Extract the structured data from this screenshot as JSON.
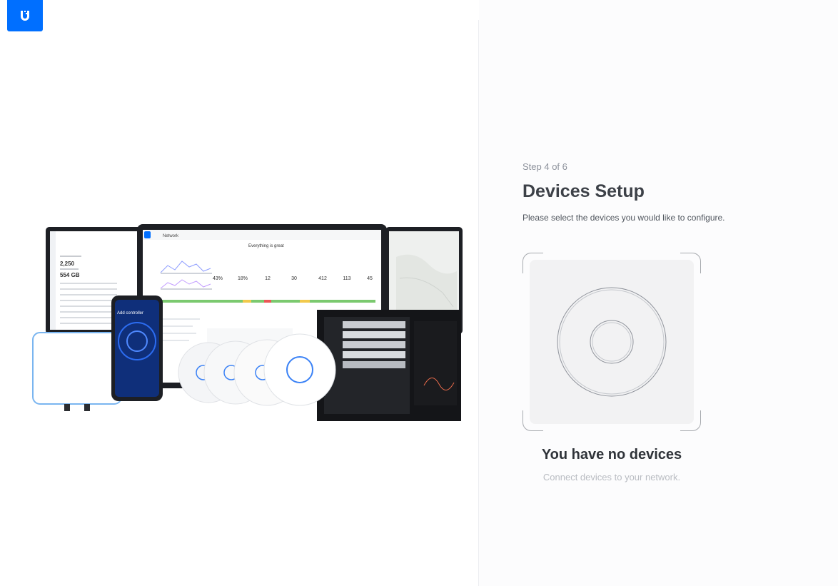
{
  "brand": {
    "logo_icon": "ubiquiti-u-logo-icon",
    "accent": "#006fff"
  },
  "setup": {
    "step": "Step 4 of 6",
    "title": "Devices Setup",
    "description": "Please select the devices you would like to configure."
  },
  "empty_state": {
    "icon": "access-point-icon",
    "title": "You have no devices",
    "description": "Connect devices to your network."
  },
  "hero": {
    "monitor_app_name": "Network",
    "monitor_status": "Everything is great",
    "left_screen_stat_1": "2,250",
    "left_screen_stat_2": "554 GB",
    "phone_title": "Add controller",
    "stats": [
      "43%",
      "18%",
      "12",
      "30",
      "412",
      "113",
      "45"
    ]
  }
}
